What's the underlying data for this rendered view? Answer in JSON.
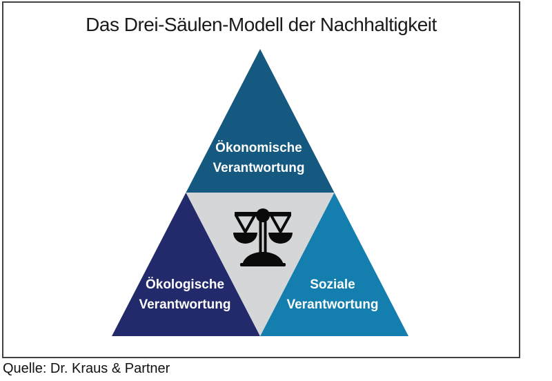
{
  "title": "Das Drei-Säulen-Modell der Nachhaltigkeit",
  "source": "Quelle: Dr. Kraus & Partner",
  "segments": {
    "economic": {
      "line1": "Ökonomische",
      "line2": "Verantwortung",
      "color": "#155880"
    },
    "ecological": {
      "line1": "Ökologische",
      "line2": "Verantwortung",
      "color": "#232a6b"
    },
    "social": {
      "line1": "Soziale",
      "line2": "Verantwortung",
      "color": "#147fae"
    },
    "center": {
      "icon": "balance-scale-icon",
      "color": "#d4d6d7"
    }
  },
  "colors": {
    "frame_border": "#404040",
    "title_text": "#1a1a1a",
    "label_text": "#ffffff",
    "icon": "#0a0a0a",
    "background": "#ffffff"
  }
}
